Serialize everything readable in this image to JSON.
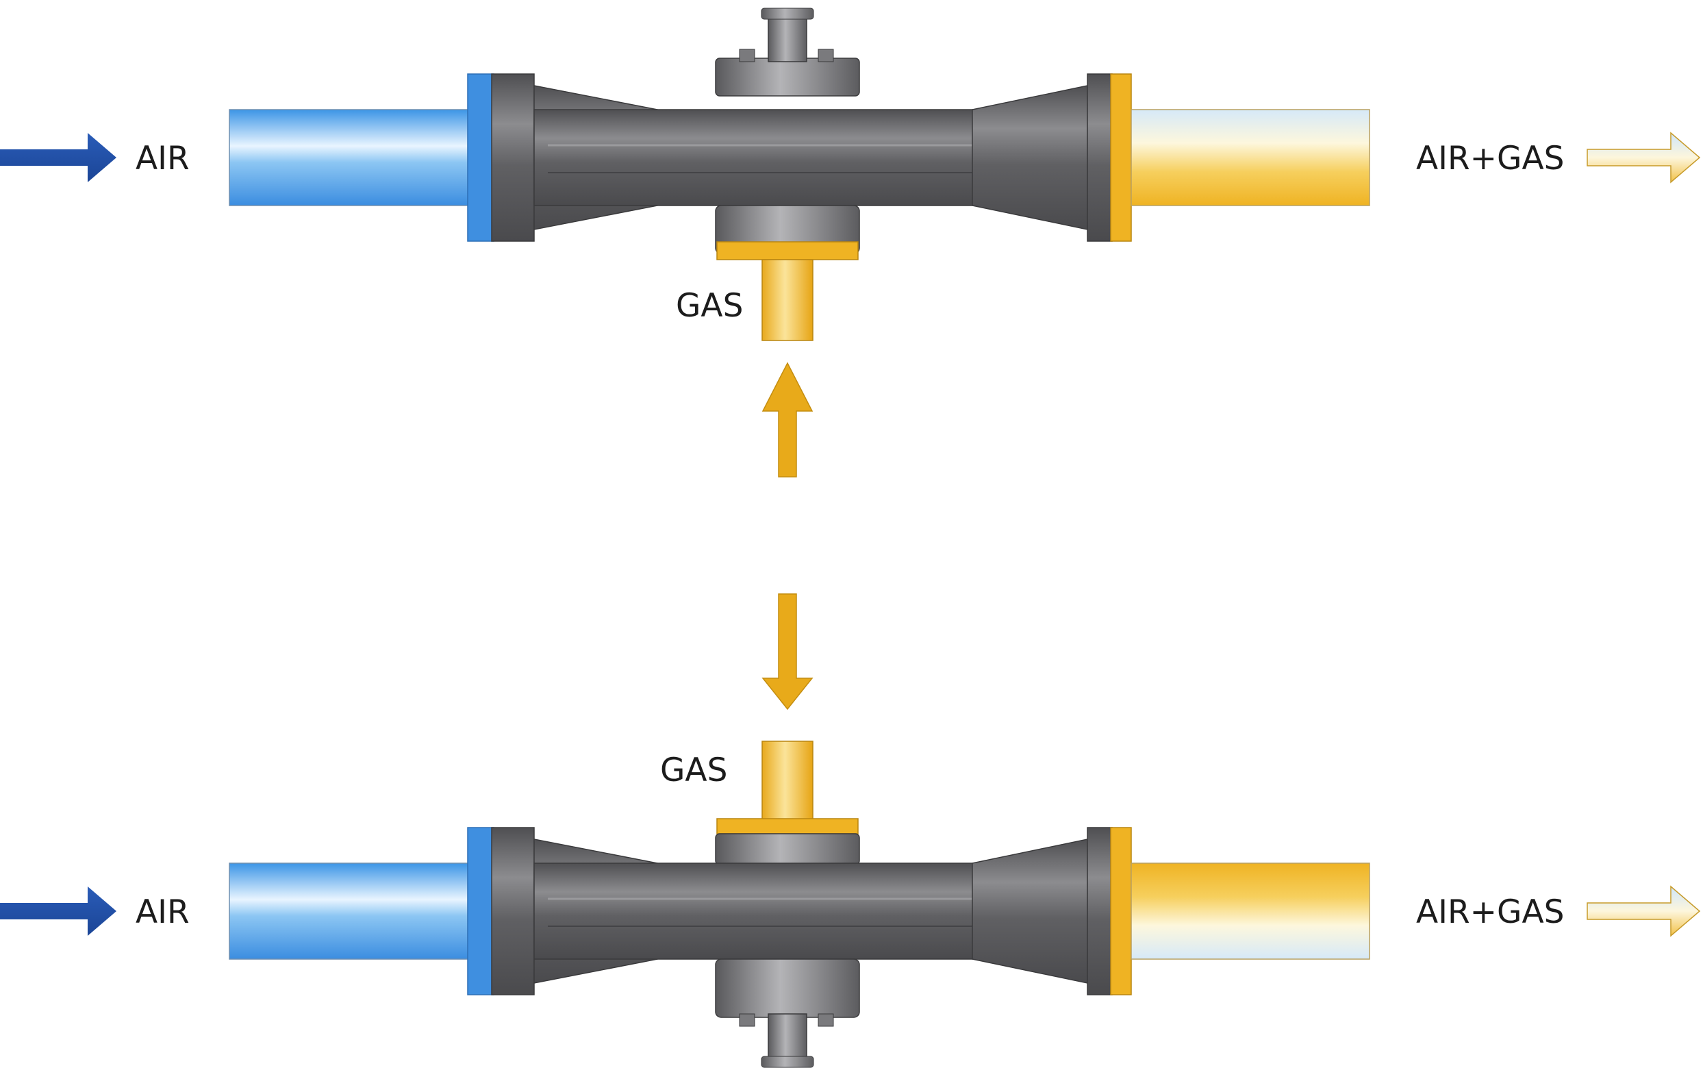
{
  "labels": {
    "air": "AIR",
    "air_gas": "AIR+GAS",
    "gas": "GAS"
  },
  "colors": {
    "air_blue": "#4a9ee8",
    "gas_yellow": "#f0b323",
    "steel_gray": "#6e6e70",
    "arrow_blue": "#2150a8",
    "gas_arrow": "#e8aa1a"
  },
  "assemblies": [
    {
      "name": "top-venturi",
      "air_label": "AIR",
      "outlet_label": "AIR+GAS",
      "gas_label": "GAS",
      "gas_port": "bottom"
    },
    {
      "name": "bottom-venturi",
      "air_label": "AIR",
      "outlet_label": "AIR+GAS",
      "gas_label": "GAS",
      "gas_port": "top"
    }
  ]
}
